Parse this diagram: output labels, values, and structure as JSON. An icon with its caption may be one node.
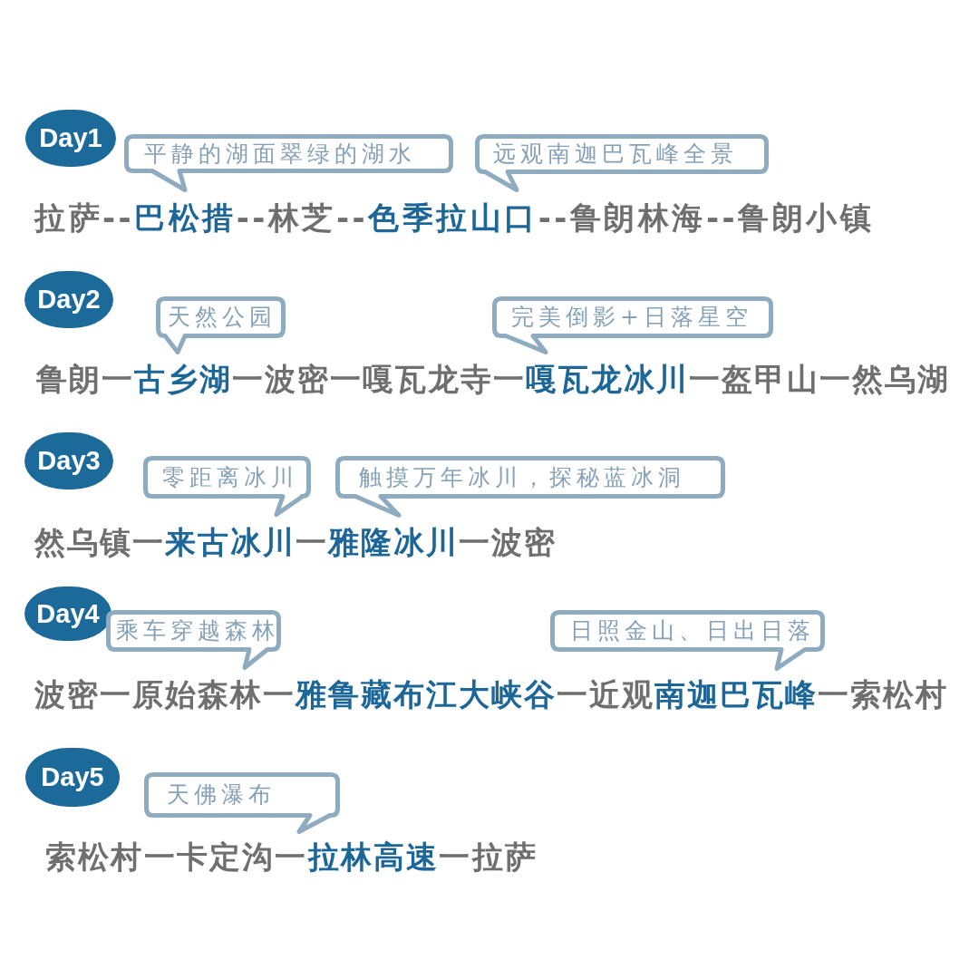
{
  "diagram": {
    "nodes": [
      {
        "text": [
          "Day1"
        ]
      },
      {
        "text": [
          "平静的湖面翠绿的湖水"
        ]
      },
      {
        "text": [
          "远观南迦巴瓦峰全景"
        ]
      },
      {
        "text": [
          "Day2"
        ]
      },
      {
        "text": [
          "天然公园"
        ]
      },
      {
        "text": [
          "完美倒影+日落星空"
        ]
      },
      {
        "text": [
          "Day3"
        ]
      },
      {
        "text": [
          "零距离冰川"
        ]
      },
      {
        "text": [
          "触摸万年冰川，探秘蓝冰洞"
        ]
      },
      {
        "text": [
          "Day4"
        ]
      },
      {
        "text": [
          "乘车穿越森林"
        ]
      },
      {
        "text": [
          "日照金山、日出日落"
        ]
      },
      {
        "text": [
          "Day5"
        ]
      },
      {
        "text": [
          "天佛瀑布"
        ]
      }
    ],
    "labels": [
      "拉萨--**巴松措**--林芝--**色季拉山口**--鲁朗林海--鲁朗小镇",
      "鲁朗一**古乡湖**一波密一嘎瓦龙寺一**嘎瓦龙冰川**一盔甲山一然乌湖",
      "然乌镇一**来古冰川**一**雅隆冰川**一波密",
      "波密一原始森林一**雅鲁藏布江大峡谷**一近观**南迦巴瓦峰**一索松村",
      "索松村一卡定沟一**拉林高速**一拉萨"
    ]
  }
}
